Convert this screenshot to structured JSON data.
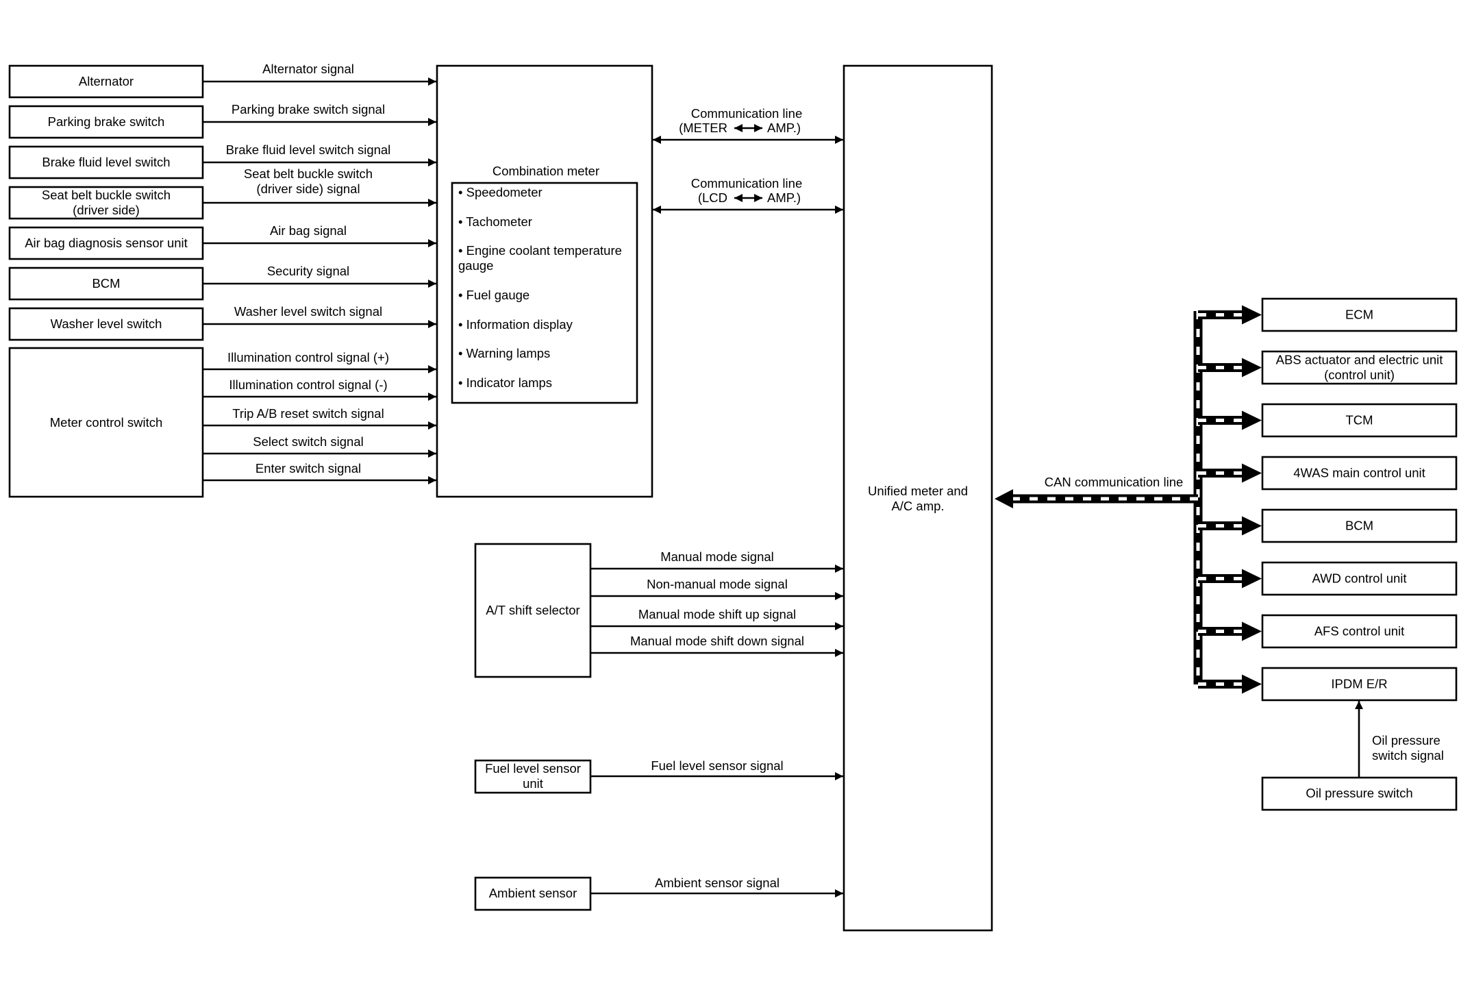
{
  "inputs": [
    {
      "id": "alternator",
      "label": [
        "Alternator"
      ],
      "signal": [
        "Alternator signal"
      ]
    },
    {
      "id": "parking-brake",
      "label": [
        "Parking brake switch"
      ],
      "signal": [
        "Parking brake switch signal"
      ]
    },
    {
      "id": "brake-fluid",
      "label": [
        "Brake fluid level switch"
      ],
      "signal": [
        "Brake fluid level switch signal"
      ]
    },
    {
      "id": "seat-belt",
      "label": [
        "Seat belt buckle switch",
        "(driver side)"
      ],
      "signal": [
        "Seat belt buckle switch",
        "(driver side) signal"
      ]
    },
    {
      "id": "air-bag",
      "label": [
        "Air bag diagnosis sensor unit"
      ],
      "signal": [
        "Air bag signal"
      ]
    },
    {
      "id": "bcm-left",
      "label": [
        "BCM"
      ],
      "signal": [
        "Security signal"
      ]
    },
    {
      "id": "washer",
      "label": [
        "Washer level switch"
      ],
      "signal": [
        "Washer level switch signal"
      ]
    }
  ],
  "meter_control": {
    "label": [
      "Meter control switch"
    ],
    "signals": [
      "Illumination control signal (+)",
      "Illumination control signal (-)",
      "Trip A/B reset switch signal",
      "Select switch signal",
      "Enter switch signal"
    ]
  },
  "combination_meter": {
    "title": "Combination meter",
    "items": [
      [
        "• Speedometer"
      ],
      [
        "• Tachometer"
      ],
      [
        "• Engine coolant temperature",
        "  gauge"
      ],
      [
        "• Fuel gauge"
      ],
      [
        "• Information display"
      ],
      [
        "• Warning lamps"
      ],
      [
        "• Indicator lamps"
      ]
    ]
  },
  "comm_lines": [
    {
      "id": "meter-amp",
      "line1": "Communication line",
      "left": "(METER",
      "right": "AMP.)"
    },
    {
      "id": "lcd-amp",
      "line1": "Communication line",
      "left": "(LCD",
      "right": "AMP.)"
    }
  ],
  "unified": {
    "label": [
      "Unified meter and",
      "A/C amp."
    ]
  },
  "at_shift": {
    "label": [
      "A/T shift selector"
    ],
    "signals": [
      "Manual mode signal",
      "Non-manual mode signal",
      "Manual mode shift up signal",
      "Manual mode shift down signal"
    ]
  },
  "fuel_sensor": {
    "label": [
      "Fuel level sensor",
      "unit"
    ],
    "signal": "Fuel level sensor signal"
  },
  "ambient": {
    "label": [
      "Ambient sensor"
    ],
    "signal": "Ambient sensor signal"
  },
  "can": {
    "label": "CAN communication line"
  },
  "can_units": [
    [
      "ECM"
    ],
    [
      "ABS actuator and electric unit",
      "(control unit)"
    ],
    [
      "TCM"
    ],
    [
      "4WAS main control unit"
    ],
    [
      "BCM"
    ],
    [
      "AWD control unit"
    ],
    [
      "AFS control unit"
    ],
    [
      "IPDM E/R"
    ]
  ],
  "oil": {
    "label": [
      "Oil pressure switch"
    ],
    "signal": [
      "Oil pressure",
      "switch signal"
    ]
  }
}
